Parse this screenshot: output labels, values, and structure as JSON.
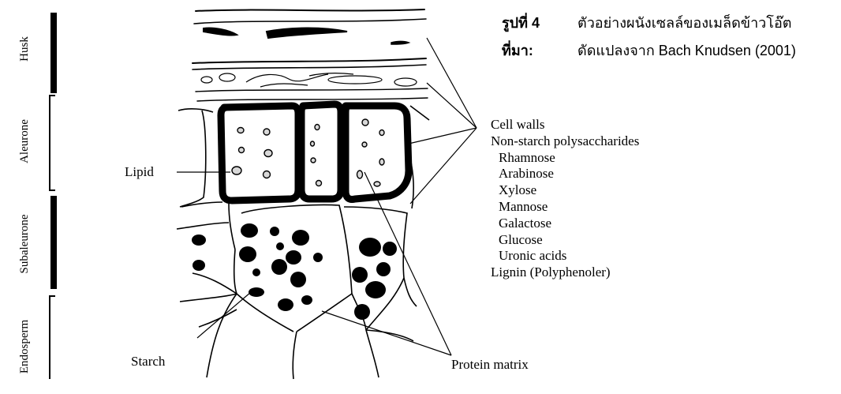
{
  "layers": {
    "husk": "Husk",
    "aleurone": "Aleurone",
    "subaleurone": "Subaleurone",
    "endosperm": "Endosperm"
  },
  "labels": {
    "lipid": "Lipid",
    "starch": "Starch",
    "protein_matrix": "Protein matrix"
  },
  "components": {
    "cell_walls": "Cell walls",
    "nsp": "Non-starch polysaccharides",
    "sugars": [
      "Rhamnose",
      "Arabinose",
      "Xylose",
      "Mannose",
      "Galactose",
      "Glucose",
      "Uronic acids"
    ],
    "lignin": "Lignin (Polyphenoler)"
  },
  "caption": {
    "figure_label": "รูปที่ 4",
    "figure_text": "ตัวอย่างผนังเซลล์ของเมล็ดข้าวโอ๊ต",
    "source_label": "ที่มา:",
    "source_text": "ดัดแปลงจาก Bach Knudsen (2001)"
  }
}
